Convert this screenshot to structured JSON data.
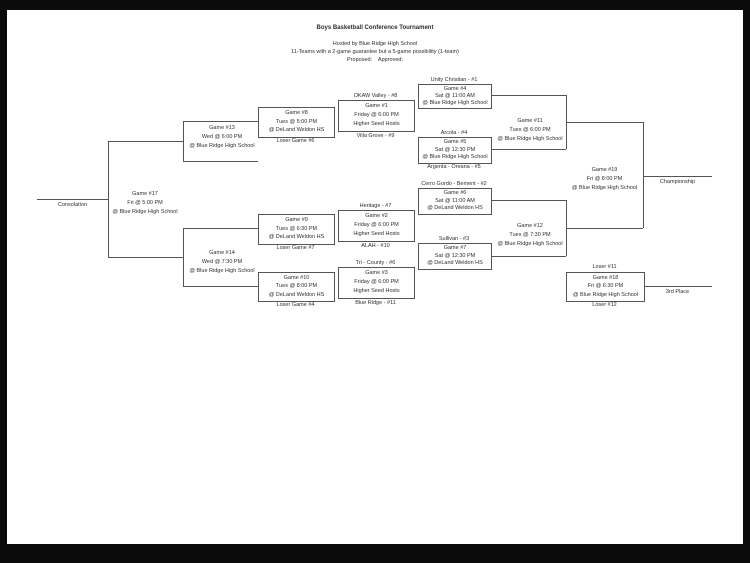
{
  "header": {
    "title": "Boys Basketball Conference Tournament",
    "line1": "Hosted by Blue Ridge High School",
    "line2": "11-Teams with a 2-game guarantee but a 5-game possibility (1-team)",
    "line3": "Proposed:    Approved:"
  },
  "labels": {
    "consolation": "Consolation",
    "championship": "Championship",
    "third_place": "3rd Place"
  },
  "teams": {
    "unity_christian": "Unity Christian - #1",
    "okaw_valley": "OKAW Valley - #8",
    "villa_grove": "Villa Grove - #9",
    "arcola": "Arcola - #4",
    "argenta_oreana": "Argenta - Oreana - #5",
    "cerro_gordo_bement": "Cerro Gordo - Bement - #2",
    "heritage": "Heritage - #7",
    "alah": "ALAH - #10",
    "sullivan": "Sullivan - #3",
    "tri_county": "Tri - County - #6",
    "blue_ridge": "Blue Ridge - #11"
  },
  "feeders": {
    "loser_game4": "Loser Game #4",
    "loser_game6": "Loser Game #6",
    "loser_game7": "Loser Game #7",
    "loser_11": "Loser #11",
    "loser_12": "Loser #12"
  },
  "games": {
    "g1": [
      "Game #1",
      "Friday @ 6:00 PM",
      "Higher Seed Hosts"
    ],
    "g2": [
      "Game #2",
      "Friday @ 6:00 PM",
      "Higher Seed Hosts"
    ],
    "g3": [
      "Game #3",
      "Friday @ 6:00 PM",
      "Higher Seed Hosts"
    ],
    "g4": [
      "Game #4",
      "Sat @ 11:00 AM",
      "@ Blue Ridge High School"
    ],
    "g5": [
      "Game #5",
      "Sat @ 12:30 PM",
      "@ Blue Ridge High School"
    ],
    "g6": [
      "Game #6",
      "Sat @ 11:00 AM",
      "@ DeLand Weldon HS"
    ],
    "g7": [
      "Game #7",
      "Sat @ 12:30 PM",
      "@ DeLand Weldon HS"
    ],
    "g8": [
      "Game #8",
      "Tues @ 5:00 PM",
      "@ DeLand Weldon HS"
    ],
    "g9": [
      "Game #9",
      "Tues @ 6:30 PM",
      "@ DeLand Weldon HS"
    ],
    "g10": [
      "Game #10",
      "Tues @ 8:00 PM",
      "@ DeLand Weldon HS"
    ],
    "g11": [
      "Game #11",
      "Tues @ 6:00 PM",
      "@ Blue Ridge High School"
    ],
    "g12": [
      "Game #12",
      "Tues @ 7:30 PM",
      "@ Blue Ridge High School"
    ],
    "g13": [
      "Game #13",
      "Wed @ 6:00 PM",
      "@ Blue Ridge High School"
    ],
    "g14": [
      "Game #14",
      "Wed @ 7:30 PM",
      "@ Blue Ridge High School"
    ],
    "g17": [
      "Game #17",
      "Fri @ 5:00 PM",
      "@ Blue Ridge High School"
    ],
    "g18": [
      "Game #18",
      "Fri @ 6:30 PM",
      "@ Blue Ridge High School"
    ],
    "g19": [
      "Game #19",
      "Fri @ 8:00 PM",
      "@ Blue Ridge High School"
    ]
  }
}
